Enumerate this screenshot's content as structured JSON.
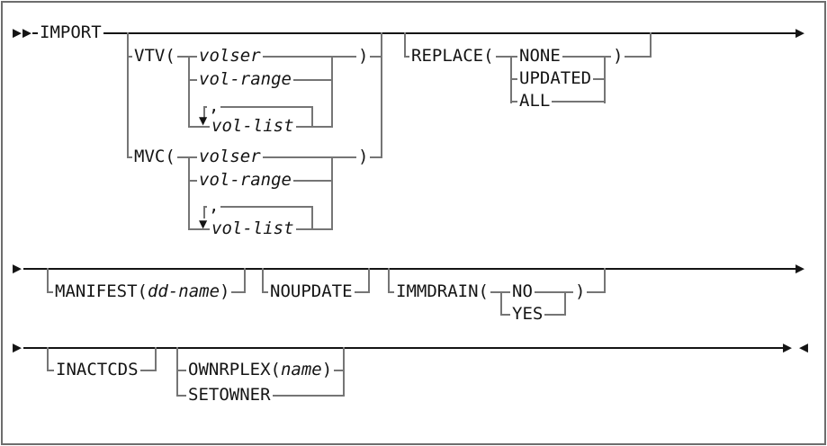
{
  "diagram_type": "railroad-syntax-diagram",
  "symbols": {
    "start": "▶▶",
    "continue": "▶",
    "arrow_right": "▶",
    "arrow_left": "◀",
    "loop_arrow": "▼",
    "comma": ","
  },
  "row1": {
    "command": "IMPORT",
    "vtv_group": {
      "keyword": "VTV(",
      "volser": "volser",
      "vol_range": "vol-range",
      "vol_list": "vol-list",
      "close": ")"
    },
    "mvc_group": {
      "keyword": "MVC(",
      "volser": "volser",
      "vol_range": "vol-range",
      "vol_list": "vol-list",
      "close": ")"
    },
    "replace_group": {
      "keyword": "REPLACE(",
      "none": "NONE",
      "updated": "UPDATED",
      "all": "ALL",
      "close": ")"
    }
  },
  "row2": {
    "manifest_group": {
      "keyword": "MANIFEST(",
      "param": "dd-name",
      "close": ")"
    },
    "noupdate": "NOUPDATE",
    "immdrain_group": {
      "keyword": "IMMDRAIN(",
      "no": "NO",
      "yes": "YES",
      "close": ")"
    }
  },
  "row3": {
    "inactcds": "INACTCDS",
    "ownrplex_group": {
      "keyword": "OWNRPLEX(",
      "param": "name",
      "close": ")"
    },
    "setowner": "SETOWNER"
  }
}
